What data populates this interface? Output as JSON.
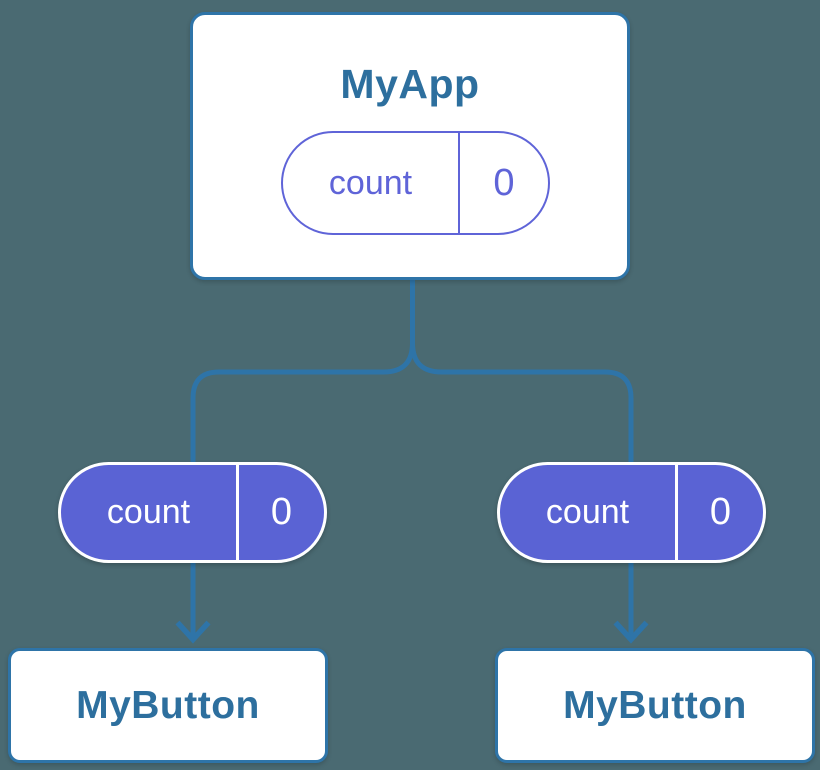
{
  "diagram": {
    "root": {
      "title": "MyApp",
      "state": {
        "key": "count",
        "value": "0"
      }
    },
    "children": [
      {
        "title": "MyButton",
        "state": {
          "key": "count",
          "value": "0"
        }
      },
      {
        "title": "MyButton",
        "state": {
          "key": "count",
          "value": "0"
        }
      }
    ],
    "colors": {
      "background": "#4a6a72",
      "line": "#2e74a8",
      "card_border": "#2e74a8",
      "card_bg": "#ffffff",
      "title_text": "#2d6f9e",
      "pill_fill": "#5a63d4",
      "pill_outline": "#5f64d8",
      "pill_text_light": "#ffffff"
    }
  }
}
